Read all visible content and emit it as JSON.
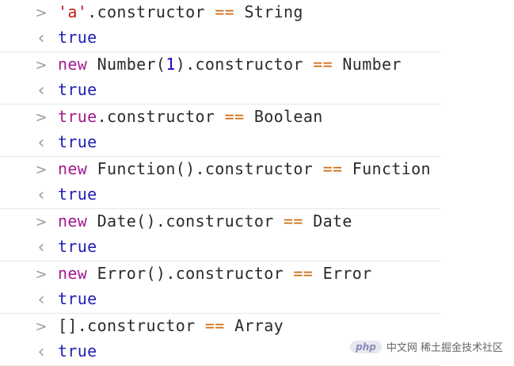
{
  "console": {
    "prompt_glyph": ">",
    "result_glyph": "‹",
    "entries": [
      {
        "input": [
          [
            "str",
            "'a'"
          ],
          [
            "plain",
            ".constructor "
          ],
          [
            "op",
            "=="
          ],
          [
            "plain",
            " String"
          ]
        ],
        "output": "true"
      },
      {
        "input": [
          [
            "kw",
            "new"
          ],
          [
            "plain",
            " Number("
          ],
          [
            "num",
            "1"
          ],
          [
            "plain",
            ").constructor "
          ],
          [
            "op",
            "=="
          ],
          [
            "plain",
            " Number"
          ]
        ],
        "output": "true"
      },
      {
        "input": [
          [
            "kw",
            "true"
          ],
          [
            "plain",
            ".constructor "
          ],
          [
            "op",
            "=="
          ],
          [
            "plain",
            " Boolean"
          ]
        ],
        "output": "true"
      },
      {
        "input": [
          [
            "kw",
            "new"
          ],
          [
            "plain",
            " Function().constructor "
          ],
          [
            "op",
            "=="
          ],
          [
            "plain",
            " Function"
          ]
        ],
        "output": "true"
      },
      {
        "input": [
          [
            "kw",
            "new"
          ],
          [
            "plain",
            " Date().constructor "
          ],
          [
            "op",
            "=="
          ],
          [
            "plain",
            " Date"
          ]
        ],
        "output": "true"
      },
      {
        "input": [
          [
            "kw",
            "new"
          ],
          [
            "plain",
            " Error().constructor "
          ],
          [
            "op",
            "=="
          ],
          [
            "plain",
            " Error"
          ]
        ],
        "output": "true"
      },
      {
        "input": [
          [
            "plain",
            "[].constructor "
          ],
          [
            "op",
            "=="
          ],
          [
            "plain",
            " Array"
          ]
        ],
        "output": "true"
      }
    ]
  },
  "watermark": {
    "logo": "php",
    "text": "中文网 稀土掘金技术社区"
  }
}
